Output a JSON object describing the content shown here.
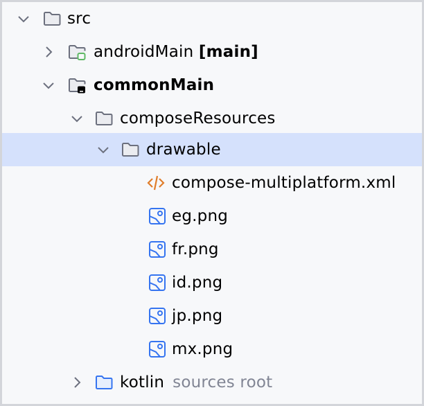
{
  "tree": {
    "rows": [
      {
        "label": "src",
        "expanded": true,
        "icon": "folder-icon"
      },
      {
        "label": "androidMain",
        "suffix": "[main]",
        "expanded": false,
        "icon": "android-source-folder-icon"
      },
      {
        "label": "commonMain",
        "expanded": true,
        "icon": "common-source-folder-icon"
      },
      {
        "label": "composeResources",
        "expanded": true,
        "icon": "folder-icon"
      },
      {
        "label": "drawable",
        "expanded": true,
        "icon": "folder-icon",
        "selected": true
      },
      {
        "label": "compose-multiplatform.xml",
        "icon": "xml-file-icon"
      },
      {
        "label": "eg.png",
        "icon": "image-file-icon"
      },
      {
        "label": "fr.png",
        "icon": "image-file-icon"
      },
      {
        "label": "id.png",
        "icon": "image-file-icon"
      },
      {
        "label": "jp.png",
        "icon": "image-file-icon"
      },
      {
        "label": "mx.png",
        "icon": "image-file-icon"
      },
      {
        "label": "kotlin",
        "hint": "sources root",
        "expanded": false,
        "icon": "source-root-folder-icon"
      }
    ]
  },
  "colors": {
    "background": "#f7f8fa",
    "selection": "#d5e1fc",
    "folder_stroke": "#6c707e",
    "folder_fill": "#ebecf0",
    "source_root_blue": "#3574f0",
    "android_green": "#5fb865",
    "xml_orange": "#e07d2a",
    "hint_gray": "#818594"
  }
}
